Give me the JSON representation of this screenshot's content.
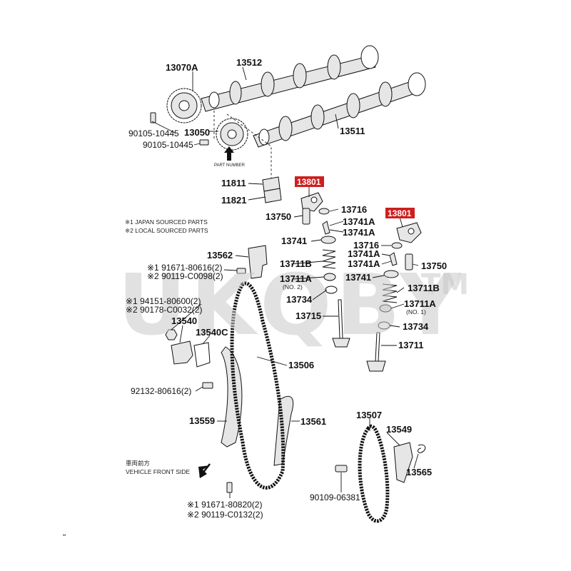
{
  "watermark": {
    "text": "UKQBY",
    "tm": "TM"
  },
  "highlight_color": "#cc1f1f",
  "legend": {
    "japan": "※1 JAPAN SOURCED PARTS",
    "local": "※2 LOCAL SOURCED PARTS"
  },
  "direction": {
    "kanji": "車両前方",
    "english": "VEHICLE FRONT SIDE",
    "icon": "arrow-down-left-icon"
  },
  "part_number_note": "PART NUMBER",
  "labels": {
    "p13070A": "13070A",
    "p13512": "13512",
    "p13511": "13511",
    "p13050": "13050",
    "p90105_a": "90105-10445",
    "p90105_b": "90105-10445",
    "p11811": "11811",
    "p11821": "11821",
    "p13801_a": "13801",
    "p13801_b": "13801",
    "p13716_a": "13716",
    "p13750_a": "13750",
    "p13741A_a1": "13741A",
    "p13741A_a2": "13741A",
    "p13741_a": "13741",
    "p13711B_a": "13711B",
    "p13711A_a": "13711A",
    "p13711A_a_note": "(NO. 2)",
    "p13734_a": "13734",
    "p13715": "13715",
    "p13716_b": "13716",
    "p13741A_b1": "13741A",
    "p13741A_b2": "13741A",
    "p13750_b": "13750",
    "p13741_b": "13741",
    "p13711B_b": "13711B",
    "p13711A_b": "13711A",
    "p13711A_b_note": "(NO. 1)",
    "p13734_b": "13734",
    "p13711": "13711",
    "p13562": "13562",
    "p91671_a": "※1 91671-80616(2)",
    "p90119_a": "※2 90119-C0098(2)",
    "p94151": "※1 94151-80600(2)",
    "p90178": "※2 90178-C0032(2)",
    "p13540": "13540",
    "p13540C": "13540C",
    "p13506": "13506",
    "p92132": "92132-80616(2)",
    "p13559": "13559",
    "p13561": "13561",
    "p13507": "13507",
    "p13549": "13549",
    "p13565": "13565",
    "p90109": "90109-06381",
    "p91671_b": "※1 91671-80820(2)",
    "p90119_b": "※2 90119-C0132(2)",
    "footer_mark": "••"
  }
}
